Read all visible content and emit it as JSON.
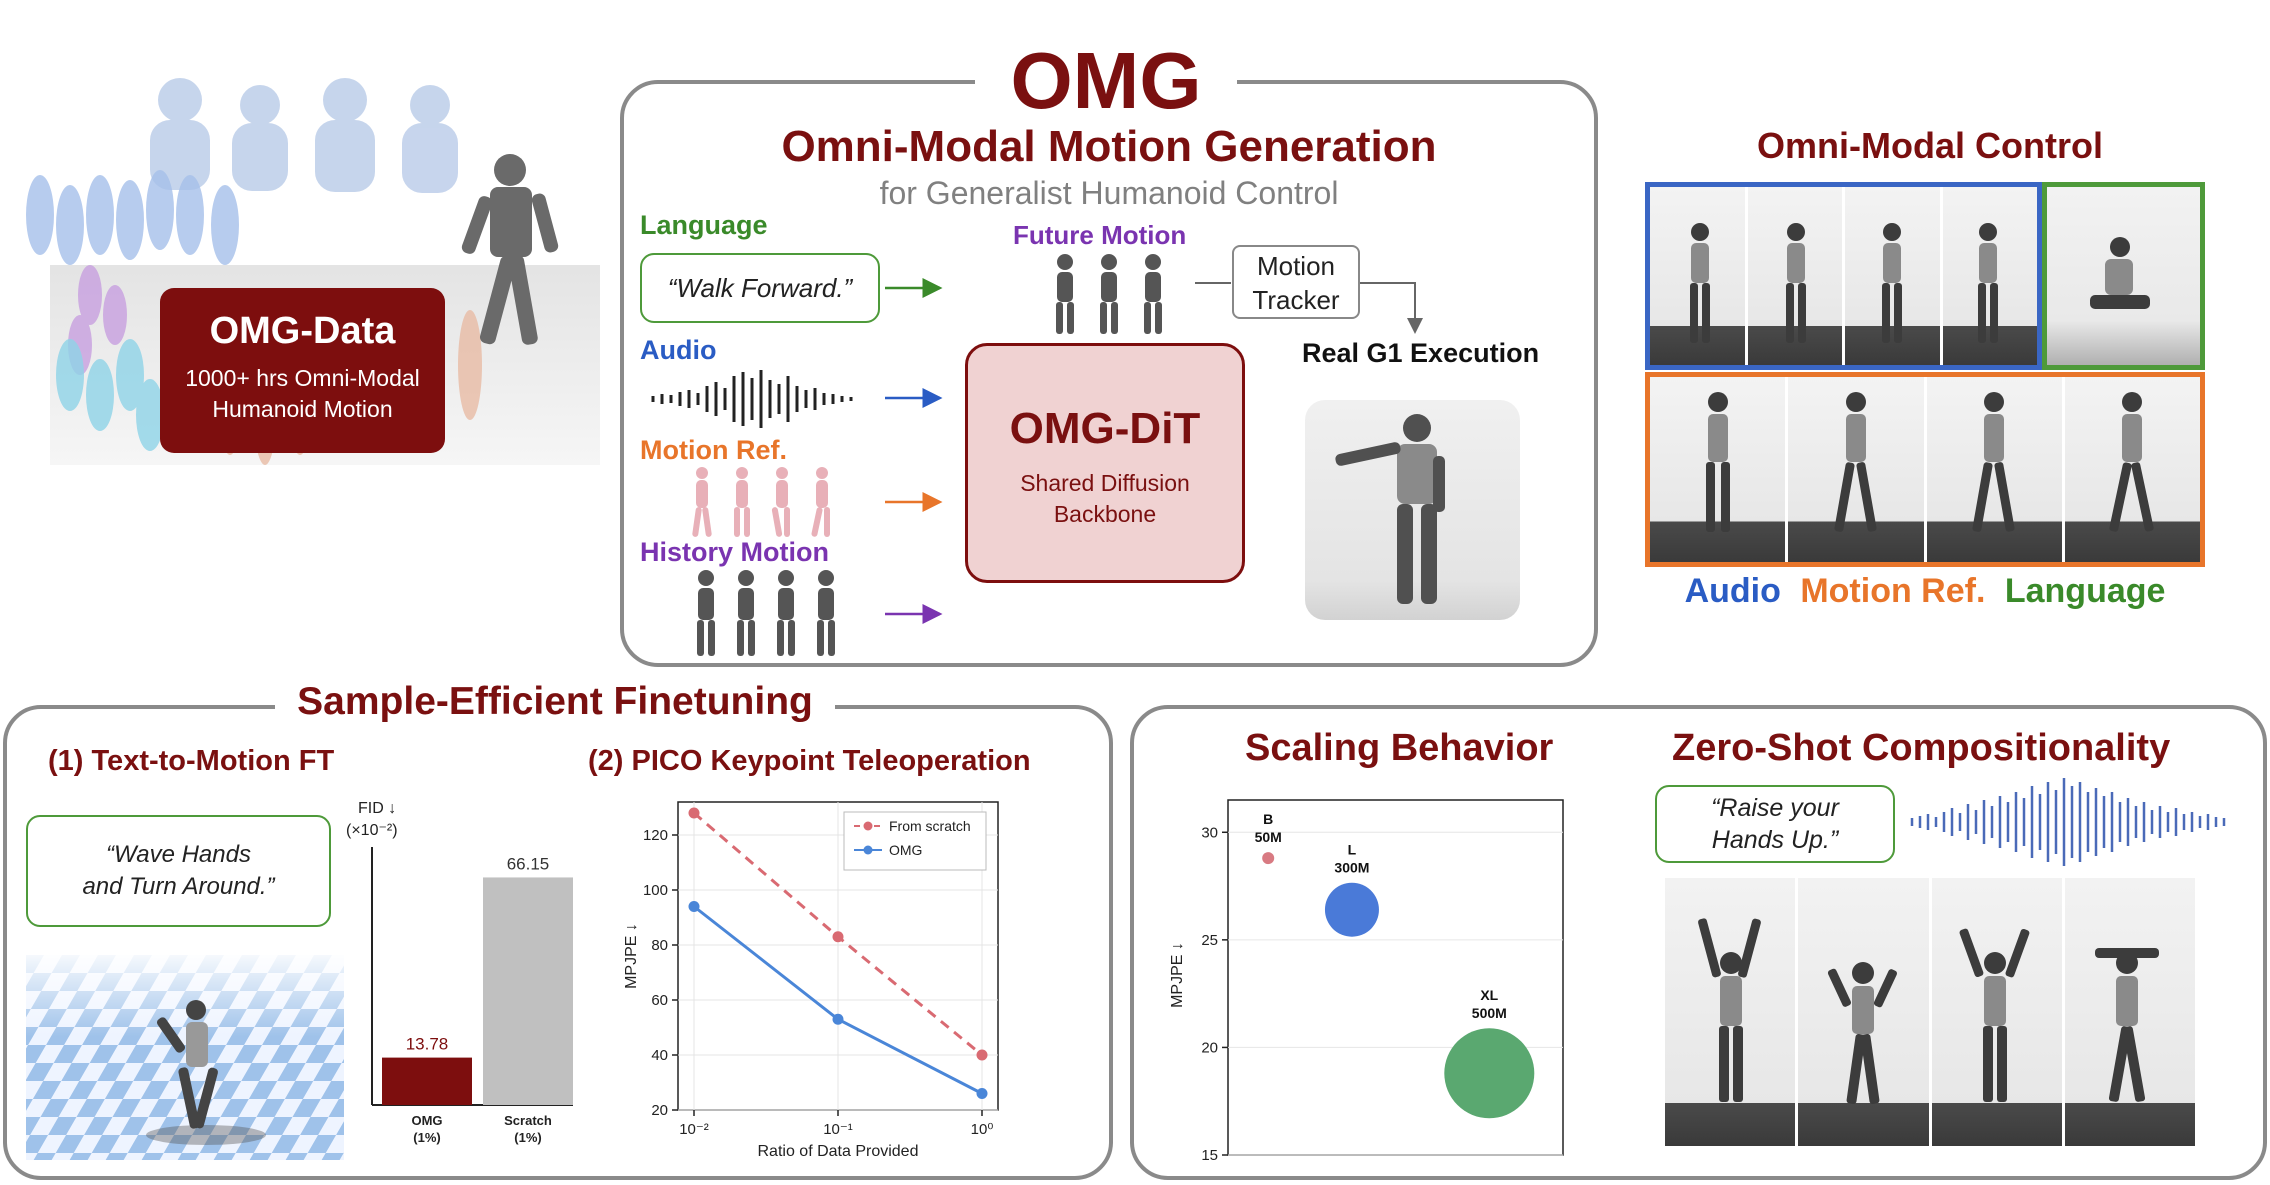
{
  "colors": {
    "title_red": "#7a1010",
    "language_green": "#3a8a2a",
    "audio_blue": "#2a5cc4",
    "motion_orange": "#e8752a",
    "history_purple": "#7a34b0",
    "omg_bar": "#7d0e0e",
    "scratch_bar": "#c0c0c0",
    "scratch_line": "#d96a72",
    "omg_line": "#4a86d8",
    "b_point": "#d87a82",
    "l_point": "#4a7ad8",
    "xl_point": "#5aa870"
  },
  "header": {
    "title": "OMG",
    "subtitle": "Omni-Modal Motion Generation",
    "tagline": "for Generalist Humanoid Control"
  },
  "data_card": {
    "title": "OMG-Data",
    "line1": "1000+ hrs Omni-Modal",
    "line2": "Humanoid Motion"
  },
  "inputs": {
    "language": "Language",
    "language_quote": "“Walk Forward.”",
    "audio": "Audio",
    "motion_ref": "Motion Ref.",
    "history": "History Motion"
  },
  "model": {
    "title": "OMG-DiT",
    "line1": "Shared Diffusion",
    "line2": "Backbone"
  },
  "future_motion": "Future Motion",
  "tracker": {
    "line1": "Motion",
    "line2": "Tracker"
  },
  "execution": "Real G1 Execution",
  "omni_control": {
    "title": "Omni-Modal Control",
    "legend_audio": "Audio",
    "legend_motion": "Motion Ref.",
    "legend_language": "Language"
  },
  "finetune": {
    "title": "Sample-Efficient Finetuning",
    "t2m_title": "(1) Text-to-Motion FT",
    "t2m_quote_l1": "“Wave Hands",
    "t2m_quote_l2": "and Turn Around.”",
    "pico_title": "(2)  PICO Keypoint Teleoperation"
  },
  "scaling_title": "Scaling Behavior",
  "zeroshot": {
    "title": "Zero-Shot Compositionality",
    "quote_l1": "“Raise your",
    "quote_l2": "Hands Up.”"
  },
  "chart_data": [
    {
      "type": "bar",
      "ylabel_l1": "FID ↓",
      "ylabel_l2": "(×10⁻²)",
      "categories": [
        "OMG\n(1%)",
        "Scratch\n(1%)"
      ],
      "category_l1": [
        "OMG",
        "Scratch"
      ],
      "category_l2": [
        "(1%)",
        "(1%)"
      ],
      "values": [
        13.78,
        66.15
      ],
      "value_labels": [
        "13.78",
        "66.15"
      ],
      "ylim": [
        0,
        75
      ]
    },
    {
      "type": "line",
      "xscale": "log",
      "x": [
        0.01,
        0.1,
        1
      ],
      "xticks": [
        "10⁻²",
        "10⁻¹",
        "10⁰"
      ],
      "yticks": [
        "20",
        "40",
        "60",
        "80",
        "100",
        "120"
      ],
      "ylim": [
        20,
        132
      ],
      "xlabel": "Ratio of Data Provided",
      "ylabel": "MPJPE ↓",
      "legend": "top-right",
      "series": [
        {
          "name": "From scratch",
          "values": [
            128,
            83,
            40
          ],
          "style": "dashed"
        },
        {
          "name": "OMG",
          "values": [
            94,
            53,
            26
          ],
          "style": "solid"
        }
      ]
    },
    {
      "type": "scatter",
      "ylabel": "MPJPE ↓",
      "yticks": [
        "15",
        "20",
        "25",
        "30"
      ],
      "ylim": [
        15,
        31.5
      ],
      "points": [
        {
          "label": "B",
          "size": "50M",
          "x": 0.12,
          "y": 28.8
        },
        {
          "label": "L",
          "size": "300M",
          "x": 0.37,
          "y": 26.4
        },
        {
          "label": "XL",
          "size": "500M",
          "x": 0.78,
          "y": 18.8
        }
      ]
    }
  ]
}
